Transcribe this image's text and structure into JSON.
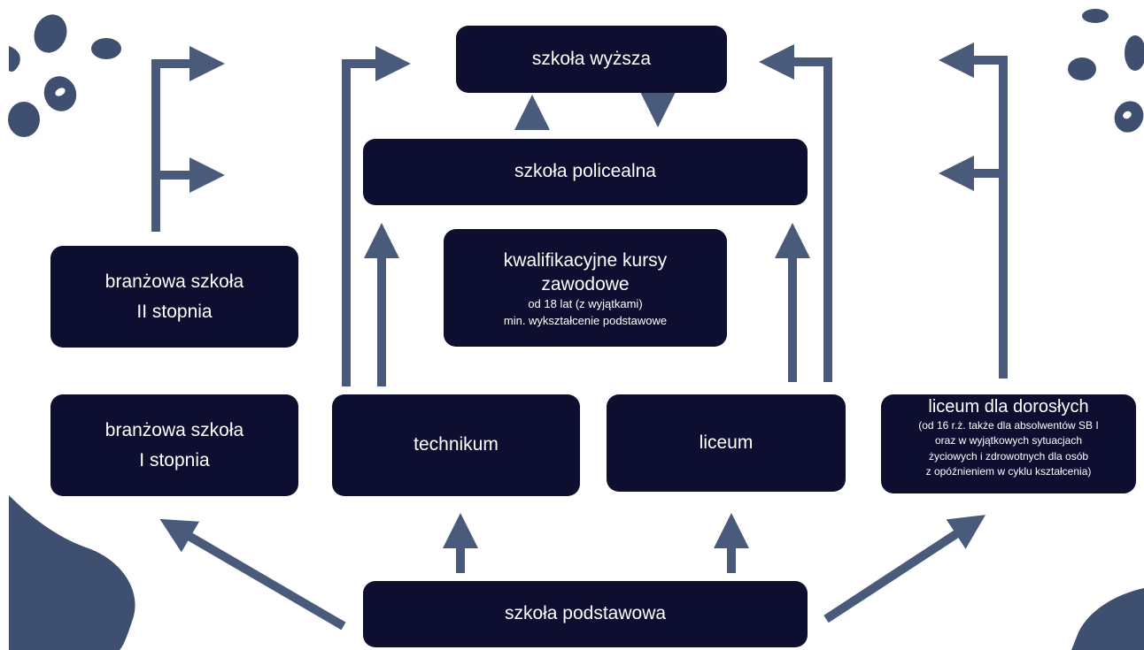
{
  "colors": {
    "box_fill": "#0d0e30",
    "box_text": "#ffffff",
    "arrow": "#4a5a7a",
    "decor": "#3f4f6f",
    "background": "#ffffff"
  },
  "boxes": {
    "szkola_wyzsza": "szkoła wyższa",
    "szkola_policealna": "szkoła policealna",
    "kursy": {
      "line1": "kwalifikacyjne kursy",
      "line2": "zawodowe",
      "line3": "od 18 lat (z wyjątkami)",
      "line4": "min. wykształcenie podstawowe"
    },
    "branzowa_2": {
      "line1": "branżowa szkoła",
      "line2": "II stopnia"
    },
    "branzowa_1": {
      "line1": "branżowa szkoła",
      "line2": "I stopnia"
    },
    "technikum": "technikum",
    "liceum": "liceum",
    "liceum_doroslych": {
      "title": "liceum dla dorosłych",
      "line1": "(od 16 r.ż. także dla absolwentów SB I",
      "line2": "oraz w wyjątkowych sytuacjach",
      "line3": "życiowych i zdrowotnych  dla osób",
      "line4": "z opóźnieniem w cyklu kształcenia)"
    },
    "szkola_podstawowa": "szkoła podstawowa"
  }
}
